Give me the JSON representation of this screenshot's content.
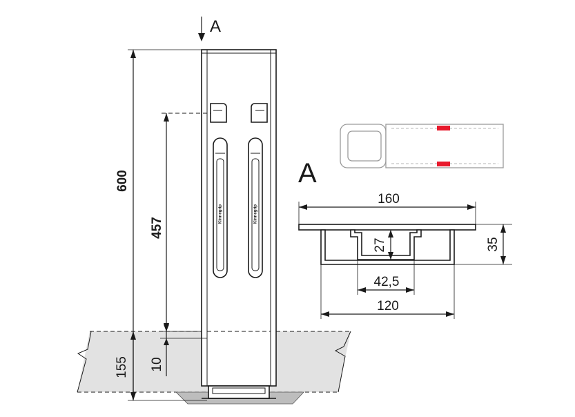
{
  "section": {
    "marker_letter": "A",
    "view_letter": "A"
  },
  "side_view": {
    "total_height": "600",
    "handle_zone_height": "457",
    "embed_depth": "155",
    "offset": "10",
    "brand_text": "Kinnegrip"
  },
  "cross_section": {
    "width_top": "160",
    "width_bottom": "120",
    "height_total": "35",
    "slot_depth": "27",
    "slot_width": "42,5"
  },
  "colors": {
    "line": "#1a1a1a",
    "ground": "#e2e2e2",
    "vehicle_outline": "#9a9a9a",
    "mount_marker": "#e8192c"
  }
}
